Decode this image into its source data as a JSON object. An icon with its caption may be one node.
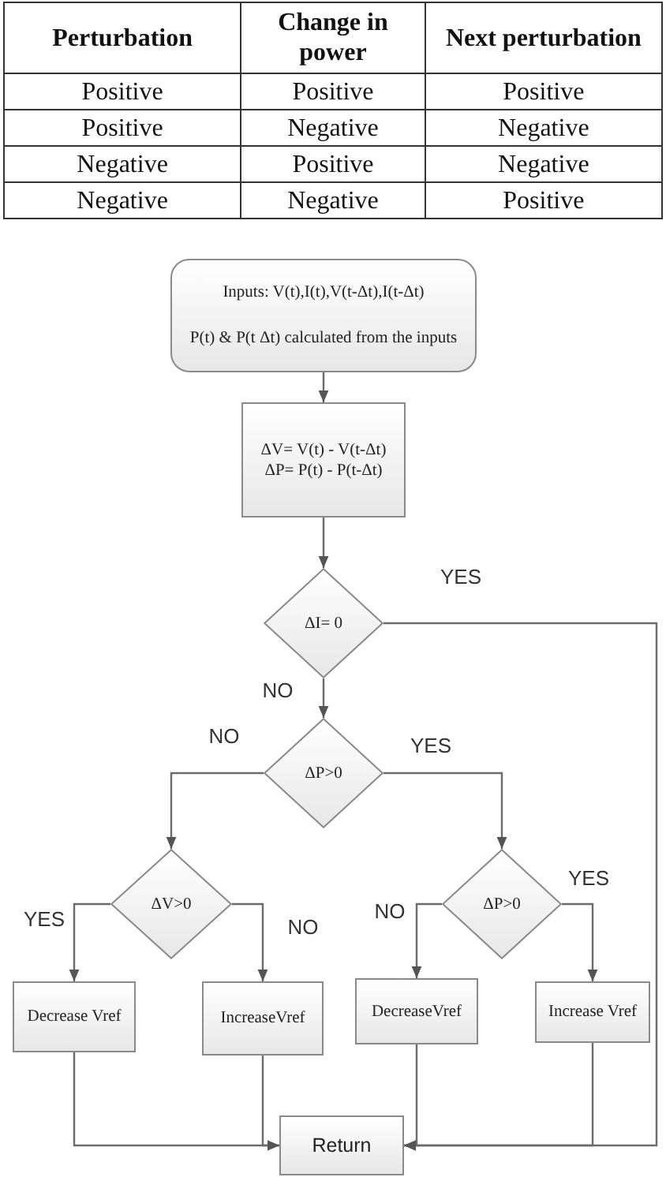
{
  "diagram": {
    "nodes": [
      {
        "text": [
          "Inputs: V(t),I(t),V(t-Δt),I(t-Δt)",
          "P(t) & P(t Δt) calculated from the inputs"
        ]
      },
      {
        "text": [
          "ΔV= V(t) - V(t-Δt)",
          "ΔP= P(t) - P(t-Δt)"
        ]
      },
      {
        "text": [
          "ΔI= 0"
        ]
      },
      {
        "text": [
          "ΔP>0"
        ]
      },
      {
        "text": [
          "ΔV>0"
        ]
      },
      {
        "text": [
          "ΔP>0"
        ]
      },
      {
        "text": [
          "Decrease Vref"
        ]
      },
      {
        "text": [
          "IncreaseVref"
        ]
      },
      {
        "text": [
          "DecreaseVref"
        ]
      },
      {
        "text": [
          "Increase Vref"
        ]
      },
      {
        "text": [
          "Return"
        ]
      }
    ],
    "edges": [
      {
        "from": 0,
        "to": 1,
        "arrow": "to"
      },
      {
        "from": 1,
        "to": 2,
        "arrow": "to"
      },
      {
        "from": 2,
        "to": 10,
        "arrow": "to",
        "label": "YES"
      },
      {
        "from": 2,
        "to": 3,
        "arrow": "to",
        "label": "NO"
      },
      {
        "from": 3,
        "to": 4,
        "arrow": "to",
        "label": "NO"
      },
      {
        "from": 3,
        "to": 5,
        "arrow": "to",
        "label": "YES"
      },
      {
        "from": 4,
        "to": 6,
        "arrow": "to",
        "label": "YES"
      },
      {
        "from": 4,
        "to": 7,
        "arrow": "to",
        "label": "NO"
      },
      {
        "from": 5,
        "to": 8,
        "arrow": "to",
        "label": "NO"
      },
      {
        "from": 5,
        "to": 9,
        "arrow": "to",
        "label": "YES"
      },
      {
        "from": 6,
        "to": 10,
        "arrow": "to"
      },
      {
        "from": 7,
        "to": 10,
        "arrow": "to"
      },
      {
        "from": 8,
        "to": 10,
        "arrow": "to"
      },
      {
        "from": 9,
        "to": 10,
        "arrow": "to"
      }
    ],
    "labels": [
      "Perturbation",
      "Change in power",
      "Next perturbation",
      "Positive",
      "Positive",
      "Positive",
      "Positive",
      "Negative",
      "Negative",
      "Negative",
      "Positive",
      "Negative",
      "Negative",
      "Negative",
      "Positive"
    ]
  }
}
